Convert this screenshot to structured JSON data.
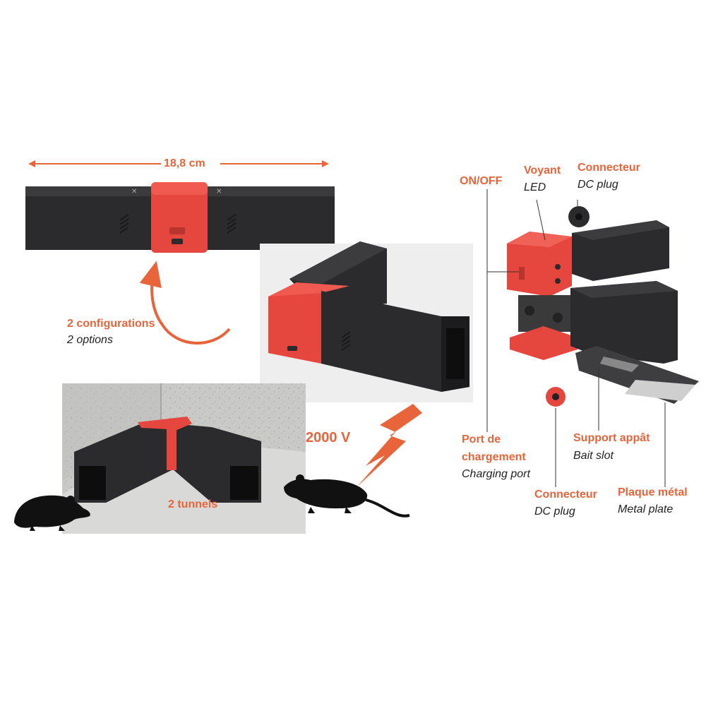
{
  "dimension": {
    "label": "18,8 cm"
  },
  "configurations": {
    "fr": "2 configurations",
    "en": "2 options"
  },
  "voltage": {
    "label": "2000 V"
  },
  "tunnels": {
    "label": "2 tunnels"
  },
  "parts": {
    "onoff": {
      "fr": "ON/OFF"
    },
    "led": {
      "fr": "Voyant",
      "en": "LED"
    },
    "dc_top": {
      "fr": "Connecteur",
      "en": "DC plug"
    },
    "charging": {
      "fr_line1": "Port de",
      "fr_line2": "chargement",
      "en": "Charging port"
    },
    "dc_bottom": {
      "fr": "Connecteur",
      "en": "DC plug"
    },
    "bait": {
      "fr": "Support appât",
      "en": "Bait slot"
    },
    "plate": {
      "fr": "Plaque métal",
      "en": "Metal plate"
    }
  },
  "colors": {
    "accent": "#e8643a",
    "device_red": "#e5473f",
    "device_black": "#2b2b2d"
  },
  "icons": [
    "arrow-double-icon",
    "curved-arrow-icon",
    "lightning-bolt-icon",
    "rat-silhouette-icon"
  ]
}
